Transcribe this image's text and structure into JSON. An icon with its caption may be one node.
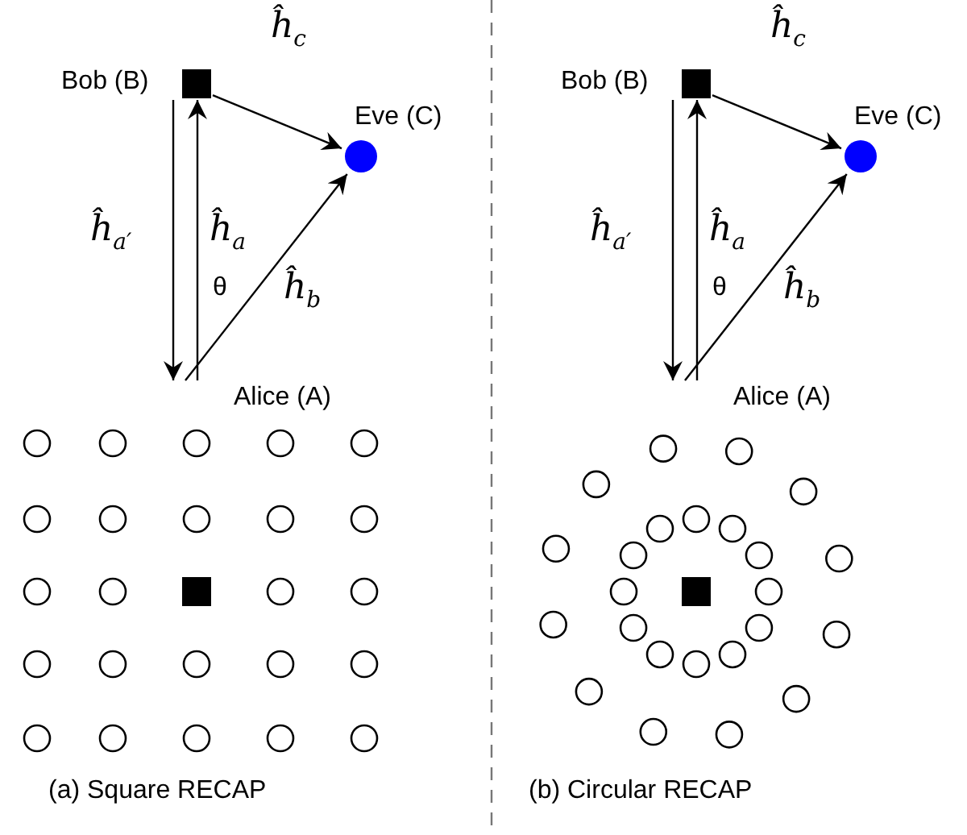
{
  "diagram": {
    "nodes": [
      {
        "text": [
          "Bob (B)"
        ]
      },
      {
        "text": [
          "Eve (C)"
        ]
      },
      {
        "text": [
          "Alice (A)"
        ]
      },
      {
        "text": [
          "Bob (B)"
        ]
      },
      {
        "text": [
          "Eve (C)"
        ]
      },
      {
        "text": [
          "Alice (A)"
        ]
      }
    ],
    "edges": [
      {
        "from": 0,
        "to": 2,
        "arrow": "to",
        "label": "ĥ$_{a′}$"
      },
      {
        "from": 2,
        "to": 0,
        "arrow": "to",
        "label": "ĥ$_{a}$"
      },
      {
        "from": 0,
        "to": 1,
        "arrow": "to",
        "label": "ĥ$_{c}$"
      },
      {
        "from": 2,
        "to": 1,
        "arrow": "to",
        "label": "ĥ$_{b}$"
      },
      {
        "from": 3,
        "to": 5,
        "arrow": "to",
        "label": "ĥ$_{a′}$"
      },
      {
        "from": 5,
        "to": 3,
        "arrow": "to",
        "label": "ĥ$_{a}$"
      },
      {
        "from": 3,
        "to": 4,
        "arrow": "to",
        "label": "ĥ$_{c}$"
      },
      {
        "from": 5,
        "to": 4,
        "arrow": "to",
        "label": "ĥ$_{b}$"
      }
    ],
    "labels": [
      "θ",
      "(a) Square RECAP",
      "θ",
      "(b) Circular RECAP"
    ]
  }
}
